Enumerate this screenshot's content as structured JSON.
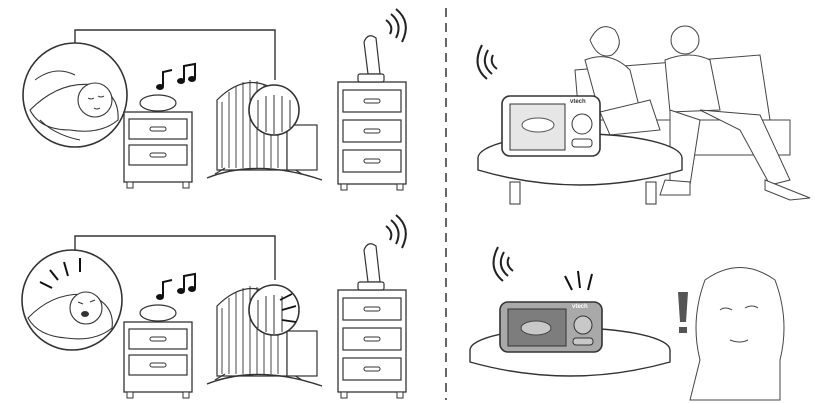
{
  "illustration": {
    "panels": [
      {
        "id": "top-left",
        "subject": "sleeping-baby-in-crib",
        "baby_state": "asleep"
      },
      {
        "id": "bottom-left",
        "subject": "crying-baby-in-crib",
        "baby_state": "crying"
      },
      {
        "id": "top-right",
        "subject": "parents-on-sofa-with-monitor",
        "monitor_state": "calm"
      },
      {
        "id": "bottom-right",
        "subject": "alerted-parent-with-monitor",
        "monitor_state": "alert"
      }
    ],
    "brand_logo_text": "vtech",
    "icons": [
      "music-note-icon",
      "wifi-signal-icon",
      "exclamation-icon"
    ],
    "colors": {
      "line": "#333333",
      "monitor_screen_dark": "#8a8a8a",
      "monitor_screen_light": "#d9d9d9",
      "background": "#ffffff"
    }
  }
}
